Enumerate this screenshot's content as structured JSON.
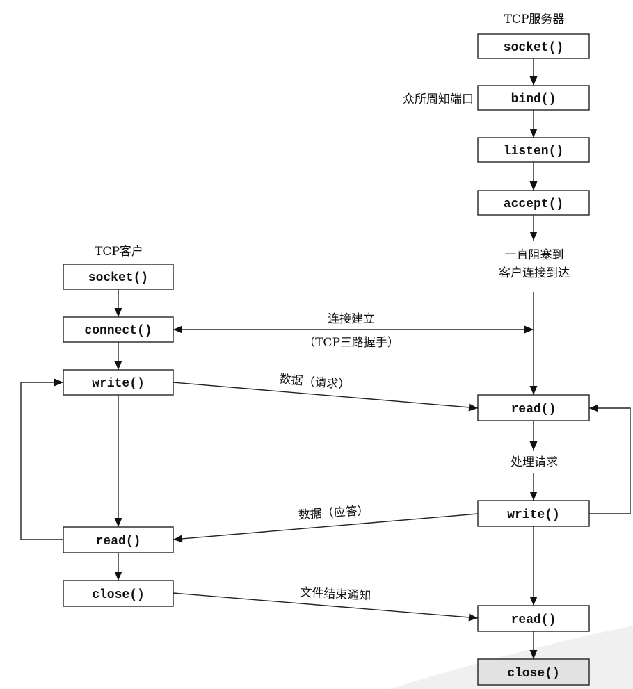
{
  "server": {
    "title": "TCP服务器",
    "socket": "socket()",
    "bind": "bind()",
    "listen": "listen()",
    "accept": "accept()",
    "read1": "read()",
    "write": "write()",
    "read2": "read()",
    "close": "close()",
    "well_known_port": "众所周知端口",
    "block_line1": "一直阻塞到",
    "block_line2": "客户连接到达",
    "process": "处理请求"
  },
  "client": {
    "title": "TCP客户",
    "socket": "socket()",
    "connect": "connect()",
    "write": "write()",
    "read": "read()",
    "close": "close()"
  },
  "messages": {
    "conn_line1": "连接建立",
    "conn_line2": "（TCP三路握手）",
    "request": "数据（请求）",
    "reply": "数据（应答）",
    "eof": "文件结束通知"
  }
}
